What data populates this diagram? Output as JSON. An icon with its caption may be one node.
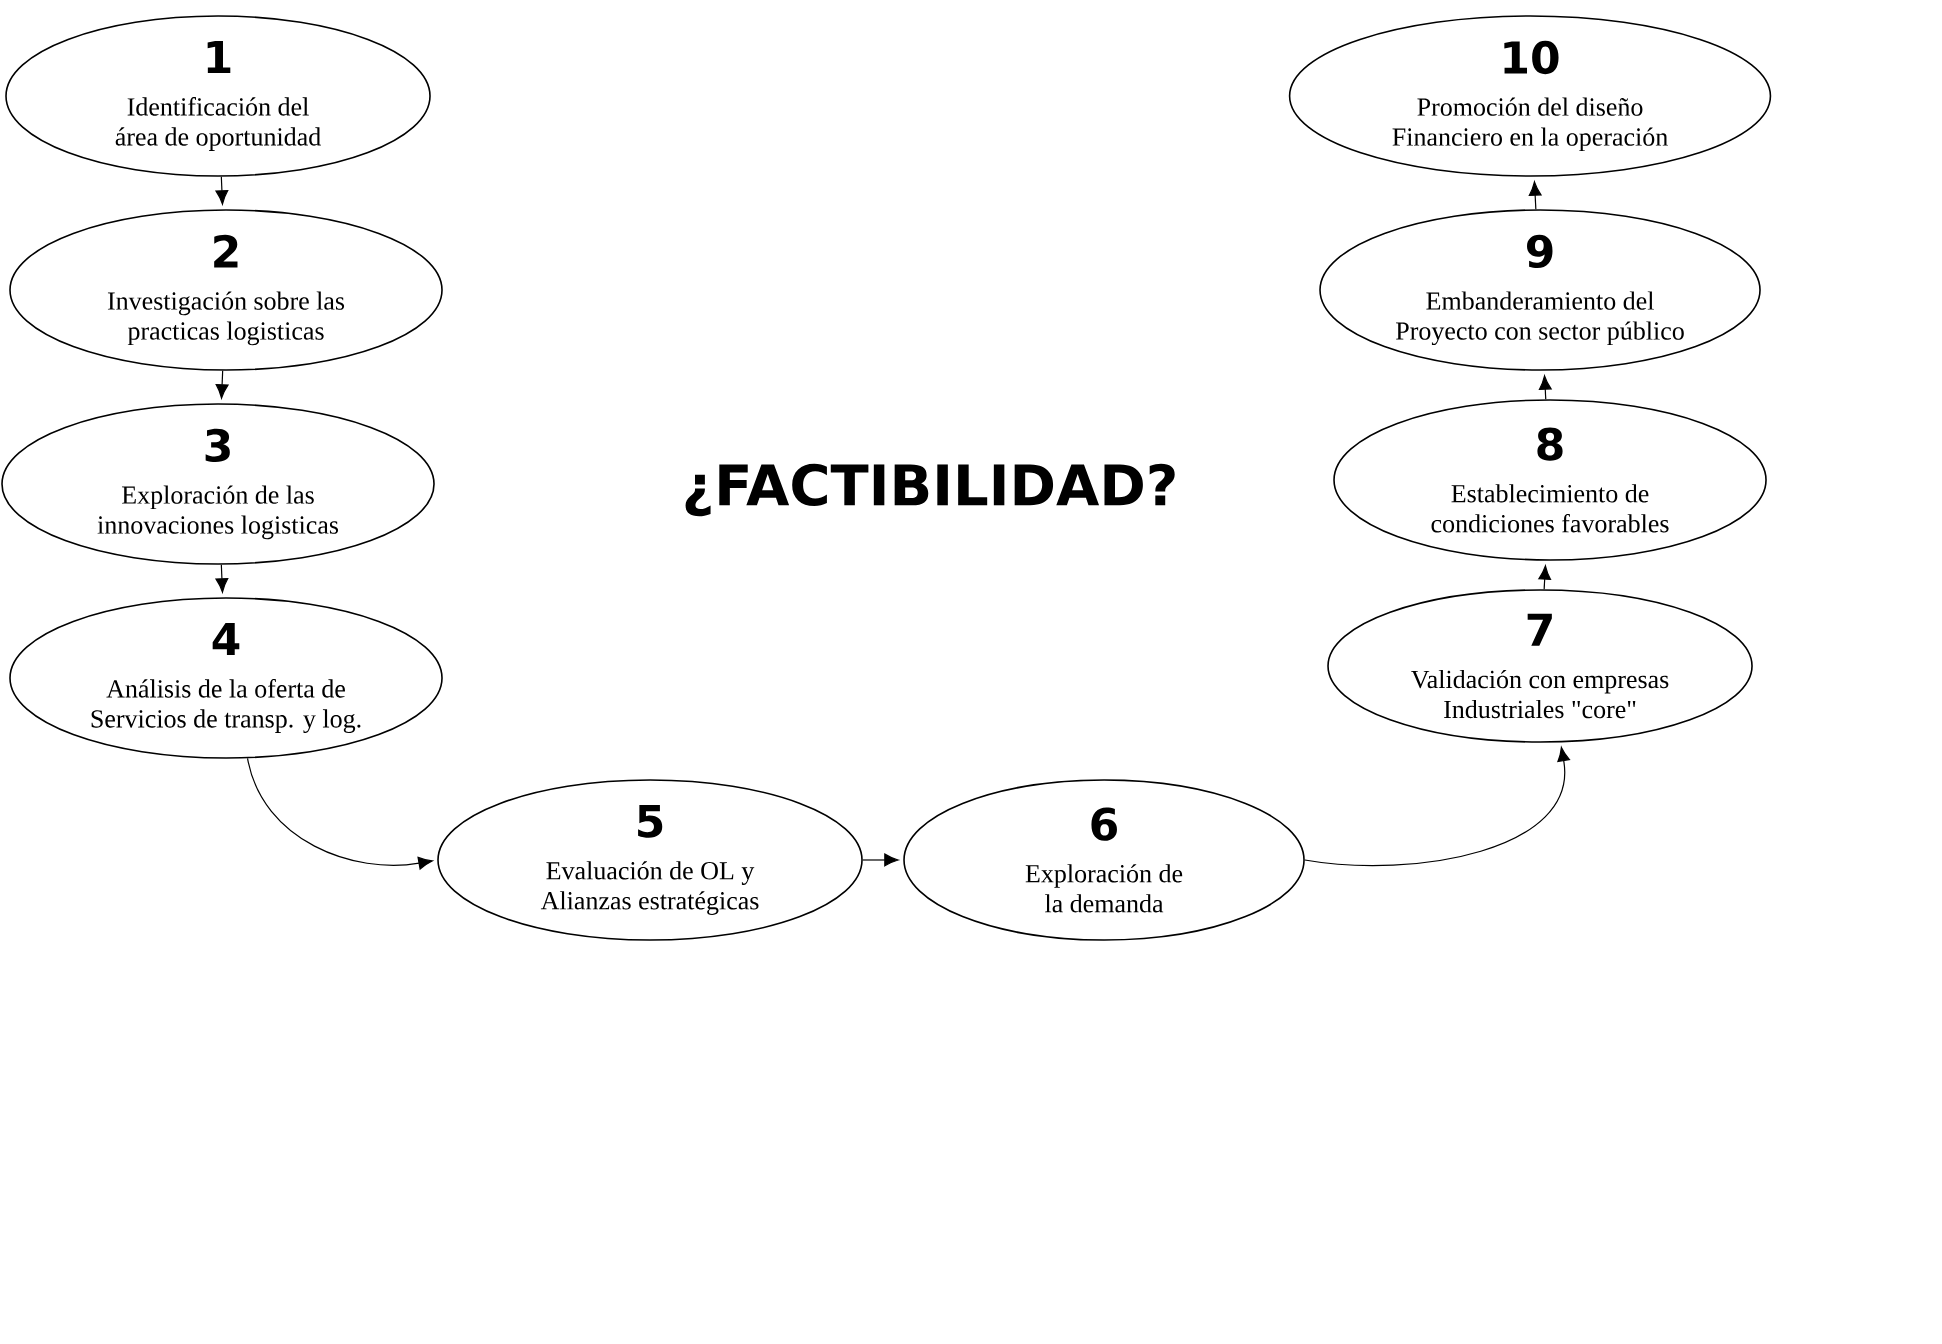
{
  "diagram": {
    "title": "¿FACTIBILIDAD?",
    "nodes": [
      {
        "text": [
          "1",
          "Identificación del área de oportunidad"
        ]
      },
      {
        "text": [
          "2",
          "Investigación sobre las practicas logisticas"
        ]
      },
      {
        "text": [
          "3",
          "Exploración de las innovaciones logisticas"
        ]
      },
      {
        "text": [
          "4",
          "Análisis de la oferta de Servicios de transp. y log."
        ]
      },
      {
        "text": [
          "5",
          "Evaluación de OL y Alianzas estratégicas"
        ]
      },
      {
        "text": [
          "6",
          "Exploración de la demanda"
        ]
      },
      {
        "text": [
          "7",
          "Validación con empresas Industriales \"core\""
        ]
      },
      {
        "text": [
          "8",
          "Establecimiento de condiciones favorables"
        ]
      },
      {
        "text": [
          "9",
          "Embanderamiento del Proyecto con sector público"
        ]
      },
      {
        "text": [
          "10",
          "Promoción del diseño Financiero en la operación"
        ]
      }
    ],
    "edges": [
      {
        "from": 0,
        "to": 1,
        "arrow": "to"
      },
      {
        "from": 1,
        "to": 2,
        "arrow": "to"
      },
      {
        "from": 2,
        "to": 3,
        "arrow": "to"
      },
      {
        "from": 3,
        "to": 4,
        "arrow": "to"
      },
      {
        "from": 4,
        "to": 5,
        "arrow": "to"
      },
      {
        "from": 5,
        "to": 6,
        "arrow": "to"
      },
      {
        "from": 6,
        "to": 7,
        "arrow": "to"
      },
      {
        "from": 7,
        "to": 8,
        "arrow": "to"
      },
      {
        "from": 8,
        "to": 9,
        "arrow": "to"
      }
    ]
  }
}
